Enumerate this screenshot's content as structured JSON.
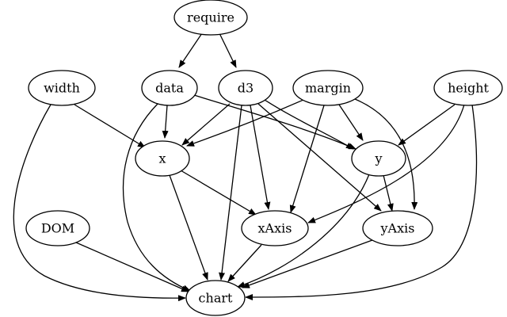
{
  "graph": {
    "nodes": [
      {
        "id": "require",
        "label": "require"
      },
      {
        "id": "width",
        "label": "width"
      },
      {
        "id": "data",
        "label": "data"
      },
      {
        "id": "d3",
        "label": "d3"
      },
      {
        "id": "margin",
        "label": "margin"
      },
      {
        "id": "height",
        "label": "height"
      },
      {
        "id": "x",
        "label": "x"
      },
      {
        "id": "y",
        "label": "y"
      },
      {
        "id": "DOM",
        "label": "DOM"
      },
      {
        "id": "xAxis",
        "label": "xAxis"
      },
      {
        "id": "yAxis",
        "label": "yAxis"
      },
      {
        "id": "chart",
        "label": "chart"
      }
    ],
    "edges": [
      {
        "from": "require",
        "to": "data"
      },
      {
        "from": "require",
        "to": "d3"
      },
      {
        "from": "width",
        "to": "x"
      },
      {
        "from": "width",
        "to": "chart"
      },
      {
        "from": "data",
        "to": "x"
      },
      {
        "from": "data",
        "to": "y"
      },
      {
        "from": "data",
        "to": "chart"
      },
      {
        "from": "d3",
        "to": "x"
      },
      {
        "from": "d3",
        "to": "y"
      },
      {
        "from": "d3",
        "to": "xAxis"
      },
      {
        "from": "d3",
        "to": "yAxis"
      },
      {
        "from": "d3",
        "to": "chart"
      },
      {
        "from": "margin",
        "to": "x"
      },
      {
        "from": "margin",
        "to": "y"
      },
      {
        "from": "margin",
        "to": "xAxis"
      },
      {
        "from": "margin",
        "to": "yAxis"
      },
      {
        "from": "height",
        "to": "y"
      },
      {
        "from": "height",
        "to": "xAxis"
      },
      {
        "from": "height",
        "to": "chart"
      },
      {
        "from": "x",
        "to": "xAxis"
      },
      {
        "from": "x",
        "to": "chart"
      },
      {
        "from": "y",
        "to": "yAxis"
      },
      {
        "from": "y",
        "to": "chart"
      },
      {
        "from": "DOM",
        "to": "chart"
      },
      {
        "from": "xAxis",
        "to": "chart"
      },
      {
        "from": "yAxis",
        "to": "chart"
      }
    ]
  }
}
